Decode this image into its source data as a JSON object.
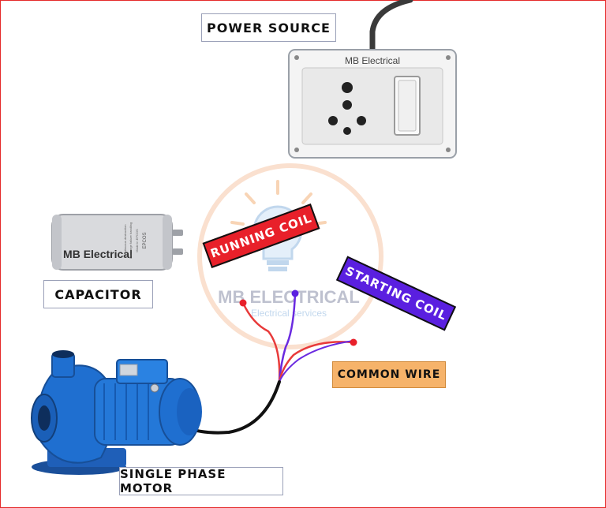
{
  "labels": {
    "power_source": "POWER SOURCE",
    "capacitor": "CAPACITOR",
    "single_phase_motor": "SINGLE PHASE MOTOR",
    "running_coil": "RUNNING COIL",
    "starting_coil": "STARTING COIL",
    "common_wire": "COMMON WIRE"
  },
  "switchboard": {
    "brand": "MB Electrical"
  },
  "capacitor_body": {
    "brand": "MB Electrical",
    "fine_print": [
      "EPCOS",
      "Made in EPCOS",
      "Discharge failure handling",
      "Continuous destruction"
    ]
  },
  "watermark": {
    "title": "MB ELECTRICAL",
    "subtitle": "Electrical services"
  },
  "colors": {
    "frame": "#e52a2a",
    "running_coil_tag": "#e8202a",
    "starting_coil_tag": "#5a1fe0",
    "common_wire_tag": "#f6b36a",
    "running_wire": "#e83a3a",
    "starting_wire": "#6a2ae0",
    "common_wire": "#111111",
    "motor_blue": "#1f6fd0"
  }
}
